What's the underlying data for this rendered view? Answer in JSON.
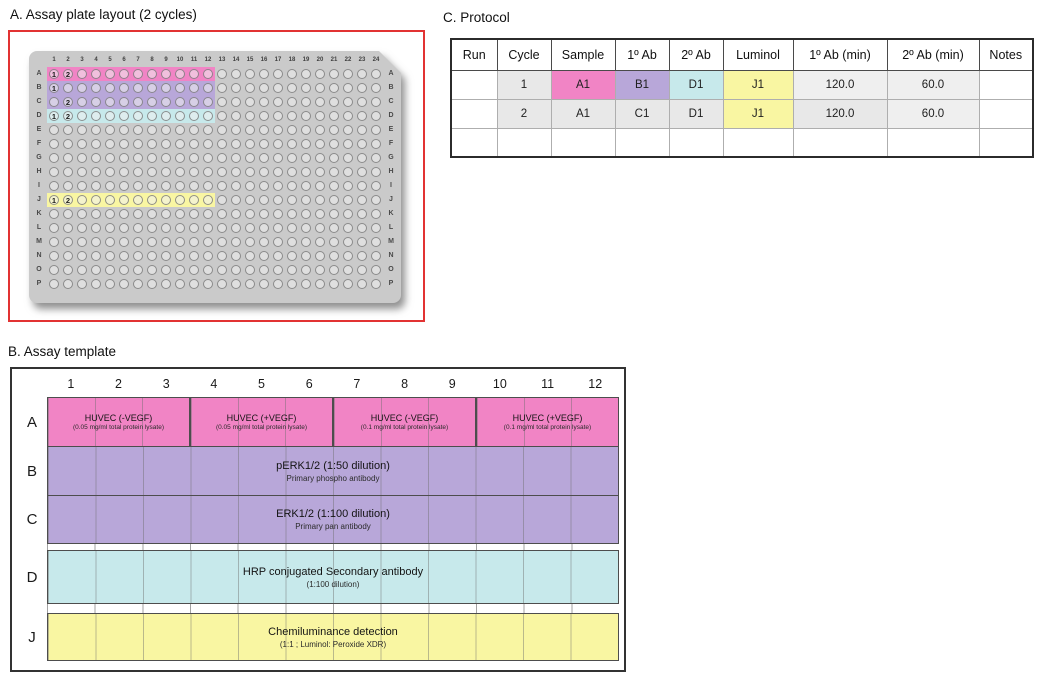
{
  "colors": {
    "pink": "#F184C5",
    "purple": "#B8A7D9",
    "cyan": "#C7E9EB",
    "yellow": "#F9F6A2",
    "gray_fill": "#E8E8E8",
    "gray_fill_light": "#EFEFEF"
  },
  "panel_a": {
    "title": "A.  Assay plate layout (2 cycles)",
    "columns": [
      "1",
      "2",
      "3",
      "4",
      "5",
      "6",
      "7",
      "8",
      "9",
      "10",
      "11",
      "12",
      "13",
      "14",
      "15",
      "16",
      "17",
      "18",
      "19",
      "20",
      "21",
      "22",
      "23",
      "24"
    ],
    "rows": [
      "A",
      "B",
      "C",
      "D",
      "E",
      "F",
      "G",
      "H",
      "I",
      "J",
      "K",
      "L",
      "M",
      "N",
      "O",
      "P"
    ],
    "bands": [
      {
        "row": "A",
        "from": 1,
        "to": 12,
        "color": "pink",
        "marks": [
          {
            "col": 1,
            "label": "1"
          },
          {
            "col": 2,
            "label": "2"
          }
        ]
      },
      {
        "row": "B",
        "from": 1,
        "to": 12,
        "color": "purple",
        "marks": [
          {
            "col": 1,
            "label": "1"
          }
        ]
      },
      {
        "row": "C",
        "from": 1,
        "to": 12,
        "color": "purple",
        "marks": [
          {
            "col": 2,
            "label": "2"
          }
        ]
      },
      {
        "row": "D",
        "from": 1,
        "to": 12,
        "color": "cyan",
        "marks": [
          {
            "col": 1,
            "label": "1"
          },
          {
            "col": 2,
            "label": "2"
          }
        ]
      },
      {
        "row": "J",
        "from": 1,
        "to": 12,
        "color": "yellow",
        "marks": [
          {
            "col": 1,
            "label": "1"
          },
          {
            "col": 2,
            "label": "2"
          }
        ]
      }
    ]
  },
  "panel_c": {
    "title": "C. Protocol",
    "headers": [
      "Run",
      "Cycle",
      "Sample",
      "1º Ab",
      "2º Ab",
      "Luminol",
      "1º Ab (min)",
      "2º Ab (min)",
      "Notes"
    ],
    "rows": [
      {
        "cells": [
          {
            "text": ""
          },
          {
            "text": "1",
            "bg": "gray_fill"
          },
          {
            "text": "A1",
            "bg": "pink"
          },
          {
            "text": "B1",
            "bg": "purple"
          },
          {
            "text": "D1",
            "bg": "cyan"
          },
          {
            "text": "J1",
            "bg": "yellow"
          },
          {
            "text": "120.0",
            "bg": "gray_fill_light"
          },
          {
            "text": "60.0",
            "bg": "gray_fill_light"
          },
          {
            "text": ""
          }
        ]
      },
      {
        "cells": [
          {
            "text": ""
          },
          {
            "text": "2",
            "bg": "gray_fill"
          },
          {
            "text": "A1",
            "bg": "gray_fill"
          },
          {
            "text": "C1",
            "bg": "gray_fill"
          },
          {
            "text": "D1",
            "bg": "gray_fill"
          },
          {
            "text": "J1",
            "bg": "yellow"
          },
          {
            "text": "120.0",
            "bg": "gray_fill"
          },
          {
            "text": "60.0",
            "bg": "gray_fill_light"
          },
          {
            "text": ""
          }
        ]
      },
      {
        "cells": [
          {
            "text": ""
          },
          {
            "text": ""
          },
          {
            "text": ""
          },
          {
            "text": ""
          },
          {
            "text": ""
          },
          {
            "text": ""
          },
          {
            "text": ""
          },
          {
            "text": ""
          },
          {
            "text": ""
          }
        ]
      }
    ]
  },
  "panel_b": {
    "title": "B. Assay template",
    "columns": [
      "1",
      "2",
      "3",
      "4",
      "5",
      "6",
      "7",
      "8",
      "9",
      "10",
      "11",
      "12"
    ],
    "rows": [
      {
        "label": "A",
        "color": "pink",
        "blocks": [
          {
            "span": 3,
            "line1": "HUVEC (-VEGF)",
            "line2": "(0.05 mg/ml total protein lysate)"
          },
          {
            "span": 3,
            "line1": "HUVEC (+VEGF)",
            "line2": "(0.05 mg/ml total protein lysate)"
          },
          {
            "span": 3,
            "line1": "HUVEC (-VEGF)",
            "line2": "(0.1 mg/ml total protein lysate)"
          },
          {
            "span": 3,
            "line1": "HUVEC (+VEGF)",
            "line2": "(0.1 mg/ml total protein lysate)"
          }
        ]
      },
      {
        "label": "B",
        "color": "purple",
        "blocks": [
          {
            "span": 12,
            "line1": "pERK1/2 (1:50 dilution)",
            "line2": "Primary phospho antibody"
          }
        ]
      },
      {
        "label": "C",
        "color": "purple",
        "blocks": [
          {
            "span": 12,
            "line1": "ERK1/2 (1:100 dilution)",
            "line2": "Primary pan antibody"
          }
        ]
      },
      {
        "label": "D",
        "color": "cyan",
        "blocks": [
          {
            "span": 12,
            "line1": "HRP conjugated Secondary antibody",
            "line2": "(1:100 dilution)"
          }
        ]
      },
      {
        "label": "J",
        "color": "yellow",
        "blocks": [
          {
            "span": 12,
            "line1": "Chemiluminance detection",
            "line2": "(1:1 ; Luminol: Peroxide XDR)"
          }
        ]
      }
    ]
  }
}
